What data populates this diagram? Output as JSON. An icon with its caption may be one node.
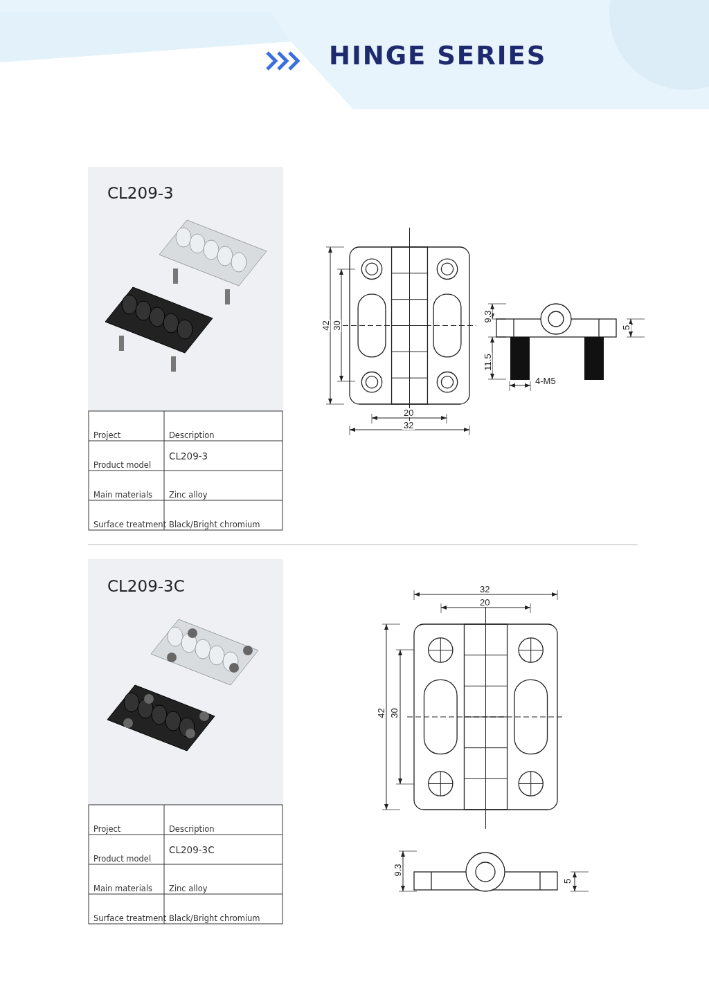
{
  "diagram": {
    "title": "HINGE SERIES",
    "labels": [
      "CL209-3",
      "42",
      "30",
      "20",
      "32",
      "9.3",
      "11.5",
      "5",
      "4-M5",
      "Project",
      "Description",
      "Product model",
      "CL209-3",
      "Main materials",
      "Zinc alloy",
      "Surface treatment",
      "Black/Bright chromium",
      "CL209-3C",
      "32",
      "20",
      "42",
      "30",
      "9.3",
      "5",
      "Project",
      "Description",
      "Product model",
      "CL209-3C",
      "Main materials",
      "Zinc alloy",
      "Surface treatment",
      "Black/Bright chromium"
    ]
  }
}
